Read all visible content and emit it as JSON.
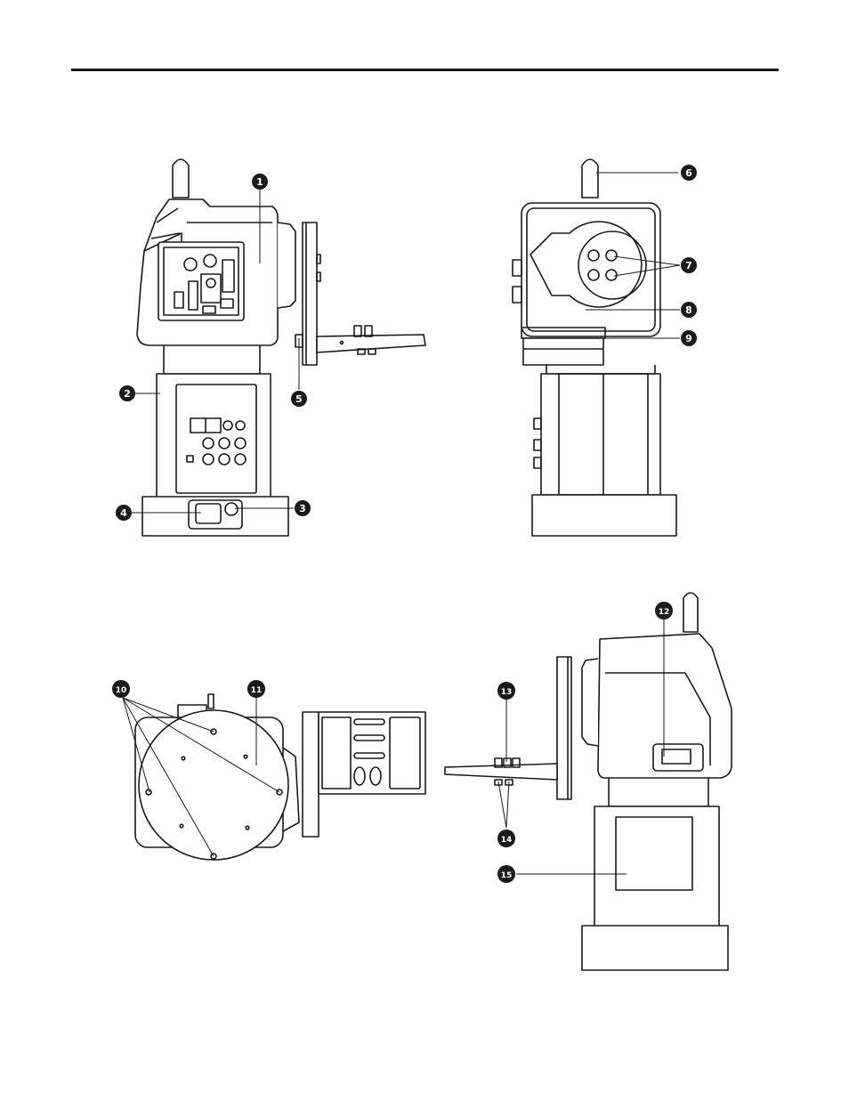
{
  "callouts": [
    {
      "id": "c1",
      "label": "1"
    },
    {
      "id": "c2",
      "label": "2"
    },
    {
      "id": "c3",
      "label": "3"
    },
    {
      "id": "c4",
      "label": "4"
    },
    {
      "id": "c5",
      "label": "5"
    },
    {
      "id": "c6",
      "label": "6"
    },
    {
      "id": "c7",
      "label": "7"
    },
    {
      "id": "c8",
      "label": "8"
    },
    {
      "id": "c9",
      "label": "9"
    },
    {
      "id": "c10",
      "label": "10"
    },
    {
      "id": "c11",
      "label": "11"
    },
    {
      "id": "c12",
      "label": "12"
    },
    {
      "id": "c13",
      "label": "13"
    },
    {
      "id": "c14",
      "label": "14"
    },
    {
      "id": "c15",
      "label": "15"
    }
  ],
  "colors": {
    "ink": "#1a1a1a",
    "paper": "#ffffff",
    "shade": "#e8e8e8"
  }
}
